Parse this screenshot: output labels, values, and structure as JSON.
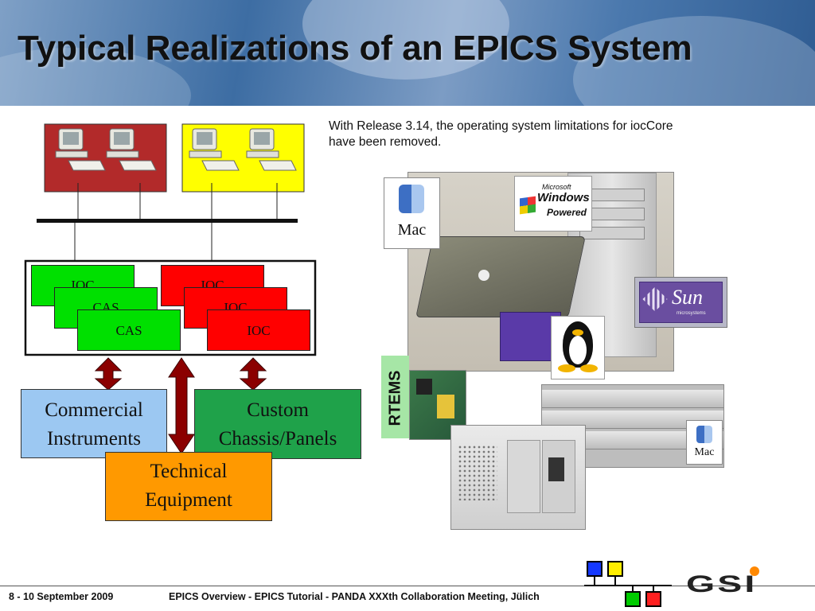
{
  "header": {
    "title": "Typical Realizations of an EPICS System"
  },
  "note": {
    "text": "With Release 3.14, the operating system limitations for iocCore have been removed."
  },
  "diagram": {
    "ioc_stack_left": [
      "IOC",
      "CAS",
      "CAS"
    ],
    "ioc_stack_right": [
      "IOC",
      "IOC",
      "IOC"
    ],
    "commercial": "Commercial Instruments",
    "custom": "Custom Chassis/Panels",
    "technical": "Technical Equipment",
    "colors": {
      "red_panel": "#b22a2a",
      "yellow_panel": "#ffff00",
      "green": "#00e000",
      "red": "#ff0000",
      "blue_box": "#9cc8f2",
      "green_box": "#1fa24a",
      "orange_box": "#ff9900",
      "arrow": "#8b0000"
    }
  },
  "logos": {
    "mac_top": "Mac",
    "windows_line1": "Microsoft",
    "windows_line2": "Windows",
    "windows_line3": "Powered",
    "sun": "Sun",
    "sun_sub": "microsystems",
    "rtems": "RTEMS",
    "mac_bottom": "Mac"
  },
  "footer": {
    "date": "8 - 10 September 2009",
    "event": "EPICS Overview - EPICS Tutorial - PANDA XXXth Collaboration Meeting, Jülich",
    "logo_text": "GSI"
  }
}
